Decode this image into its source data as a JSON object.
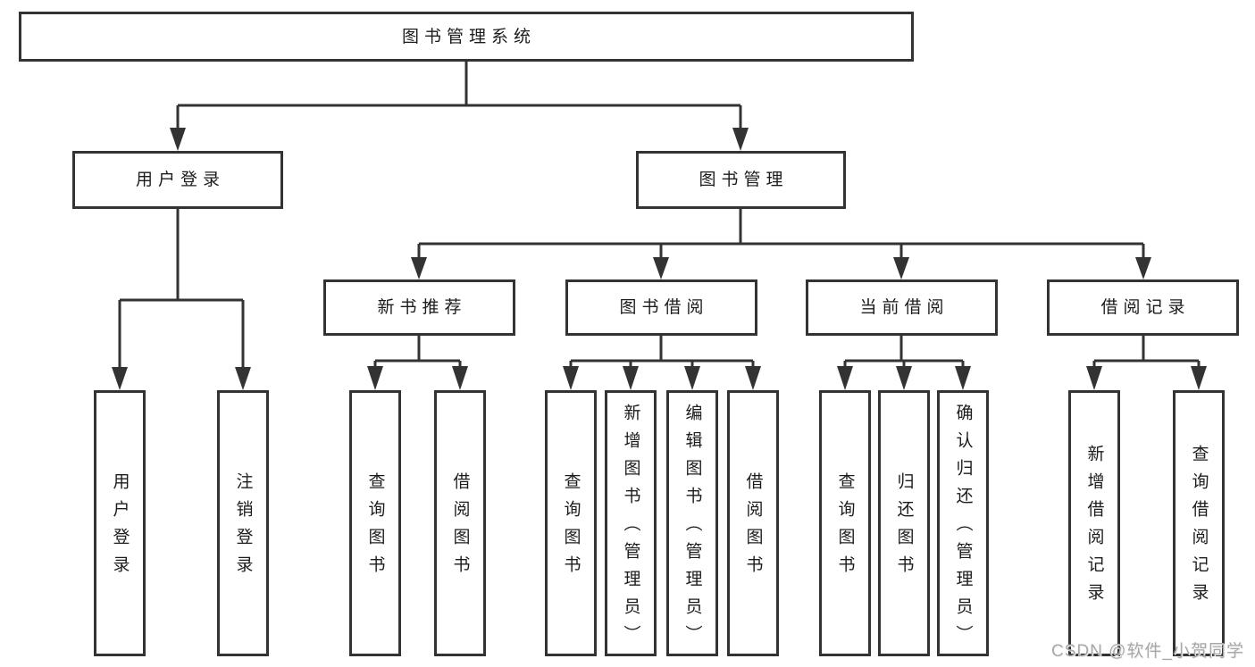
{
  "diagram": {
    "root": {
      "label": "图书管理系统"
    },
    "level2": {
      "user_login": {
        "label": "用户登录"
      },
      "book_management": {
        "label": "图书管理"
      }
    },
    "level3": {
      "new_book_recommend": {
        "label": "新书推荐"
      },
      "book_borrowing": {
        "label": "图书借阅"
      },
      "current_borrowing": {
        "label": "当前借阅"
      },
      "borrowing_records": {
        "label": "借阅记录"
      }
    },
    "leaves": {
      "login_user_login": {
        "label": "用户登录"
      },
      "login_logout": {
        "label": "注销登录"
      },
      "rec_query_books": {
        "label": "查询图书"
      },
      "rec_borrow_books": {
        "label": "借阅图书"
      },
      "bor_query_books": {
        "label": "查询图书"
      },
      "bor_add_books_admin": {
        "label": "新增图书（管理员）"
      },
      "bor_edit_books_admin": {
        "label": "编辑图书（管理员）"
      },
      "bor_borrow_books": {
        "label": "借阅图书"
      },
      "cur_query_books": {
        "label": "查询图书"
      },
      "cur_return_books": {
        "label": "归还图书"
      },
      "cur_confirm_return_admin": {
        "label": "确认归还（管理员）"
      },
      "hist_add_borrow_record": {
        "label": "新增借阅记录"
      },
      "hist_query_borrow_record": {
        "label": "查询借阅记录"
      }
    }
  },
  "watermark": {
    "text": "CSDN @软件_小贺同学"
  },
  "colors": {
    "line": "#333333",
    "text": "#1c1c1c",
    "watermark": "#a8a8a8",
    "background": "#ffffff"
  }
}
